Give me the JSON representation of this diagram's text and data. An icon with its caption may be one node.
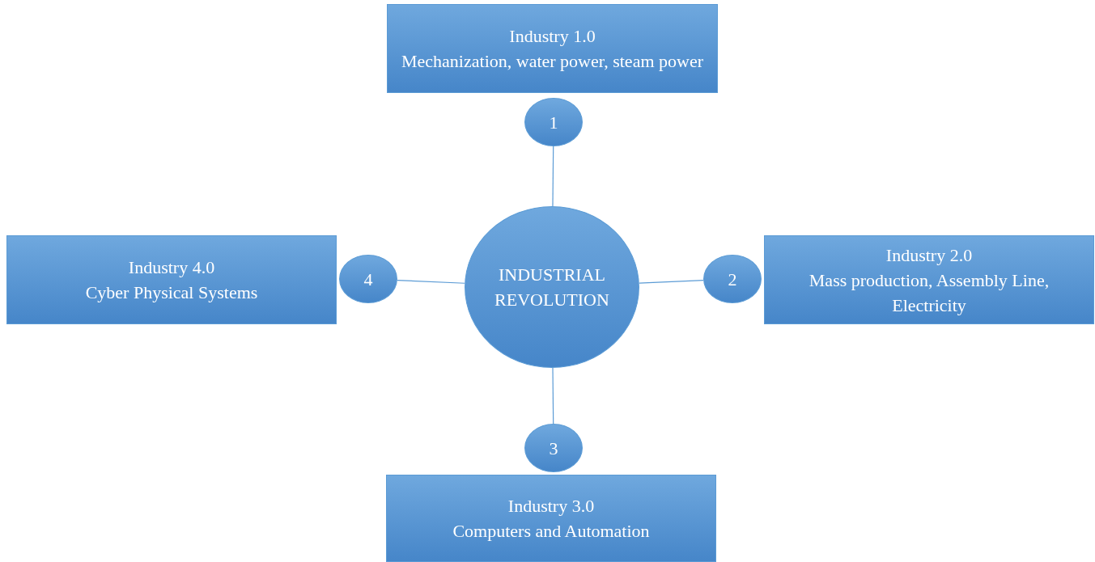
{
  "diagram": {
    "nodes": [
      {
        "text": [
          "Industry 1.0",
          "Mechanization, water power, steam power"
        ]
      },
      {
        "text": [
          "1"
        ]
      },
      {
        "text": [
          "Industry 4.0",
          "Cyber Physical Systems"
        ]
      },
      {
        "text": [
          "4"
        ]
      },
      {
        "text": [
          "INDUSTRIAL REVOLUTION"
        ]
      },
      {
        "text": [
          "2"
        ]
      },
      {
        "text": [
          "Industry 2.0",
          "Mass production, Assembly Line, Electricity"
        ]
      },
      {
        "text": [
          "3"
        ]
      },
      {
        "text": [
          "Industry 3.0",
          "Computers and Automation"
        ]
      }
    ],
    "edges": [
      {
        "from": 4,
        "to": 1,
        "arrow": "none"
      },
      {
        "from": 4,
        "to": 3,
        "arrow": "none"
      },
      {
        "from": 4,
        "to": 5,
        "arrow": "none"
      },
      {
        "from": 4,
        "to": 7,
        "arrow": "none"
      }
    ]
  }
}
